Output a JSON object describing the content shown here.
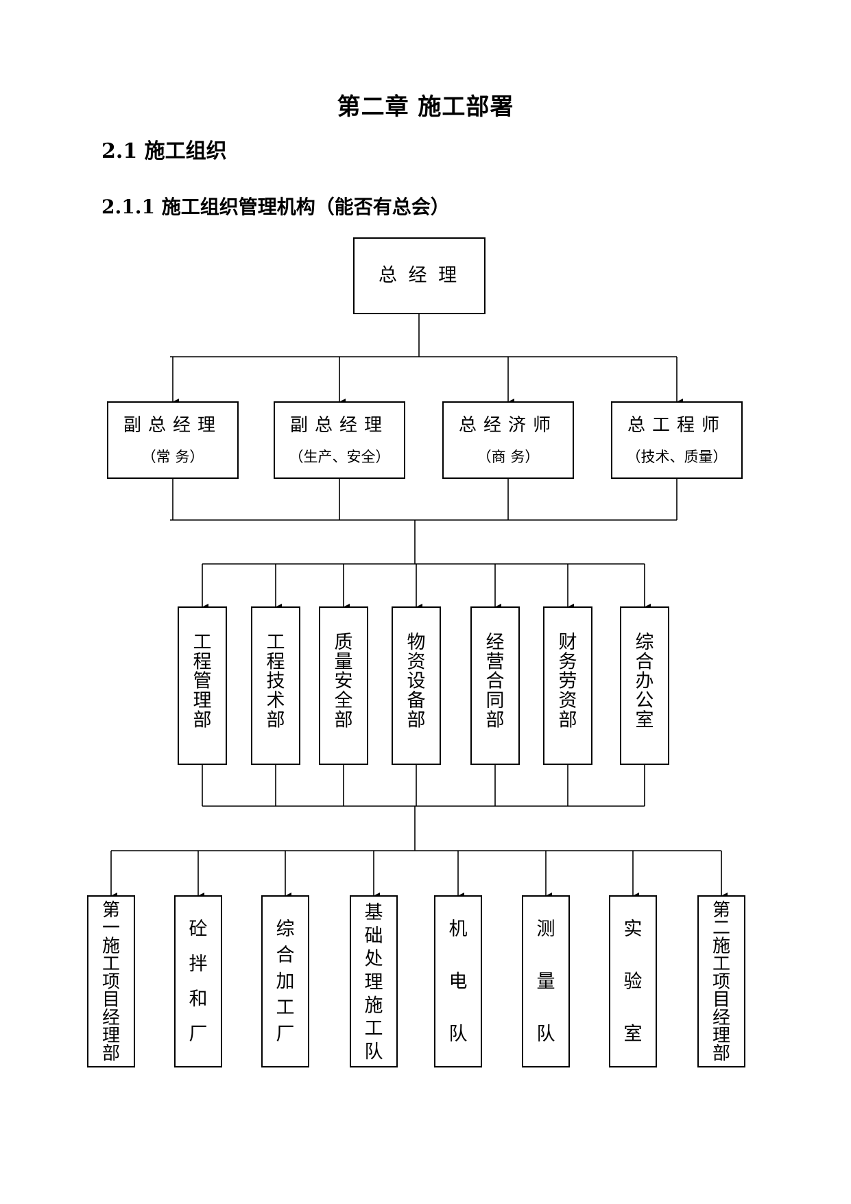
{
  "heading": {
    "chapter": "第二章  施工部署",
    "section": "2.1 施工组织",
    "subsection": "2.1.1 施工组织管理机构（能否有总会）"
  },
  "org": {
    "top": "总  经  理",
    "level2": [
      {
        "title": "副总经理",
        "sub": "（常      务）"
      },
      {
        "title": "副总经理",
        "sub": "（生产、安全）"
      },
      {
        "title": "总经济师",
        "sub": "（商      务）"
      },
      {
        "title": "总工程师",
        "sub": "（技术、质量）"
      }
    ],
    "level3": [
      "工程管理部",
      "工程技术部",
      "质量安全部",
      "物资设备部",
      "经营合同部",
      "财务劳资部",
      "综合办公室"
    ],
    "level4": [
      "第一施工项目经理部",
      "砼拌和厂",
      "综合加工厂",
      "基础处理施工队",
      "机电队",
      "测量队",
      "实验室",
      "第二施工项目经理部"
    ]
  }
}
